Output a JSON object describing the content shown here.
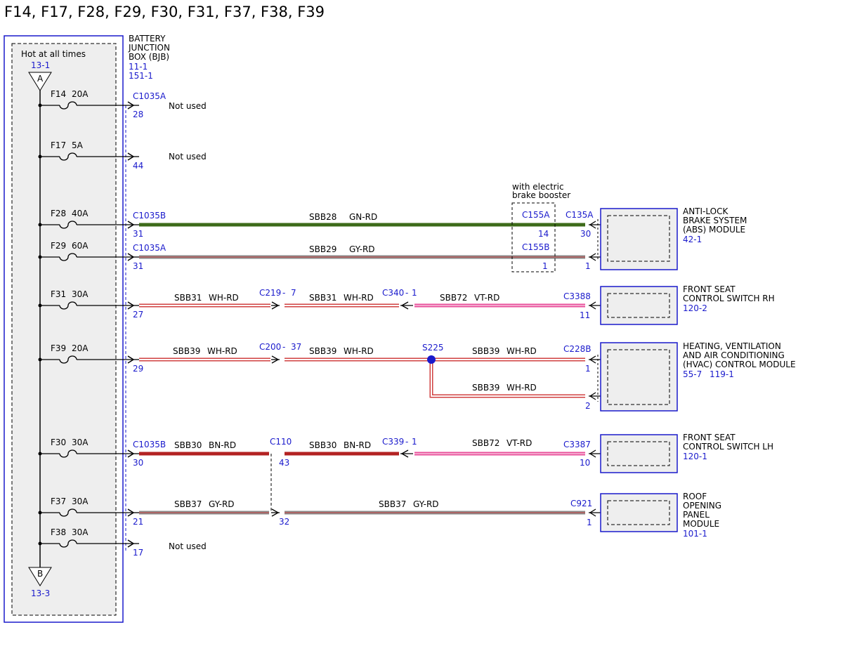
{
  "title": "F14, F17, F28, F29, F30, F31, F37, F38, F39",
  "bjb": {
    "name_lines": [
      "BATTERY",
      "JUNCTION",
      "BOX (BJB)"
    ],
    "refs": [
      "11-1",
      "151-1"
    ],
    "hot_label": "Hot at all times",
    "top_ref": "13-1",
    "top_letter": "A",
    "bottom_letter": "B",
    "bottom_ref": "13-3"
  },
  "fuses": [
    {
      "name": "F14",
      "rating": "20A"
    },
    {
      "name": "F17",
      "rating": "5A"
    },
    {
      "name": "F28",
      "rating": "40A"
    },
    {
      "name": "F29",
      "rating": "60A"
    },
    {
      "name": "F31",
      "rating": "30A"
    },
    {
      "name": "F39",
      "rating": "20A"
    },
    {
      "name": "F30",
      "rating": "30A"
    },
    {
      "name": "F37",
      "rating": "30A"
    },
    {
      "name": "F38",
      "rating": "30A"
    }
  ],
  "bjb_connectors": [
    {
      "name": "C1035A",
      "pin": "28"
    },
    {
      "name": "",
      "pin": "44"
    },
    {
      "name": "C1035B",
      "pin": "31"
    },
    {
      "name": "C1035A",
      "pin": "31"
    },
    {
      "name": "",
      "pin": "27"
    },
    {
      "name": "",
      "pin": "29"
    },
    {
      "name": "C1035B",
      "pin": "30"
    },
    {
      "name": "",
      "pin": "21"
    },
    {
      "name": "",
      "pin": "17"
    }
  ],
  "not_used": "Not used",
  "circuits": {
    "sbb28": {
      "circuit": "SBB28",
      "color": "GN-RD"
    },
    "sbb29": {
      "circuit": "SBB29",
      "color": "GY-RD"
    },
    "sbb31a": {
      "circuit": "SBB31",
      "color": "WH-RD"
    },
    "sbb31b": {
      "circuit": "SBB31",
      "color": "WH-RD"
    },
    "sbb72a": {
      "circuit": "SBB72",
      "color": "VT-RD"
    },
    "sbb39a": {
      "circuit": "SBB39",
      "color": "WH-RD"
    },
    "sbb39b": {
      "circuit": "SBB39",
      "color": "WH-RD"
    },
    "sbb39c": {
      "circuit": "SBB39",
      "color": "WH-RD"
    },
    "sbb39d": {
      "circuit": "SBB39",
      "color": "WH-RD"
    },
    "sbb30a": {
      "circuit": "SBB30",
      "color": "BN-RD"
    },
    "sbb30b": {
      "circuit": "SBB30",
      "color": "BN-RD"
    },
    "sbb72b": {
      "circuit": "SBB72",
      "color": "VT-RD"
    },
    "sbb37a": {
      "circuit": "SBB37",
      "color": "GY-RD"
    },
    "sbb37b": {
      "circuit": "SBB37",
      "color": "GY-RD"
    }
  },
  "inline": {
    "booster_note": [
      "with electric",
      "brake booster"
    ],
    "c155a": {
      "name": "C155A",
      "pin": "14"
    },
    "c155b": {
      "name": "C155B",
      "pin": "1"
    },
    "c219": {
      "name": "C219",
      "sep": "-",
      "pin": "7"
    },
    "c340": {
      "name": "C340",
      "sep": "-",
      "pin": "1"
    },
    "c200": {
      "name": "C200",
      "sep": "-",
      "pin": "37"
    },
    "s225": "S225",
    "c110": {
      "name": "C110",
      "pin": "43",
      "pin2": "32"
    },
    "c339": {
      "name": "C339",
      "sep": "-",
      "pin": "1"
    }
  },
  "modules": {
    "abs": {
      "lines": [
        "ANTI-LOCK",
        "BRAKE SYSTEM",
        "(ABS) MODULE"
      ],
      "ref": "42-1",
      "connector": "C135A",
      "pins": [
        "30",
        "1"
      ]
    },
    "fscs_rh": {
      "lines": [
        "FRONT SEAT",
        "CONTROL SWITCH RH"
      ],
      "ref": "120-2",
      "connector": "C3388",
      "pins": [
        "11"
      ]
    },
    "hvac": {
      "lines": [
        "HEATING, VENTILATION",
        "AND AIR CONDITIONING",
        "(HVAC) CONTROL MODULE"
      ],
      "ref": "55-7",
      "ref2": "119-1",
      "connector": "C228B",
      "pins": [
        "1",
        "2"
      ]
    },
    "fscs_lh": {
      "lines": [
        "FRONT SEAT",
        "CONTROL SWITCH LH"
      ],
      "ref": "120-1",
      "connector": "C3387",
      "pins": [
        "10"
      ]
    },
    "roof": {
      "lines": [
        "ROOF",
        "OPENING",
        "PANEL",
        "MODULE"
      ],
      "ref": "101-1",
      "connector": "C921",
      "pins": [
        "1"
      ]
    }
  },
  "wire_colors": {
    "green": "#3d6b1a",
    "gray_red": "#8a8a8a",
    "white_red": "#d04040",
    "violet_red": "#e84e9a",
    "brown_red": "#b32222",
    "connector_blue": "#1a1acc",
    "box_fill": "#eeeeee"
  }
}
